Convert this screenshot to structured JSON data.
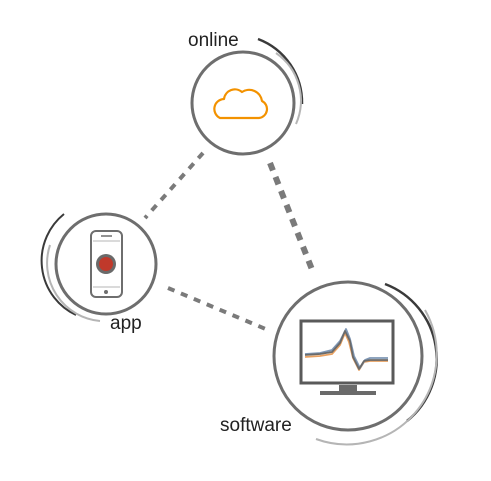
{
  "nodes": {
    "online": {
      "label": "online",
      "icon": "cloud-icon"
    },
    "app": {
      "label": "app",
      "icon": "smartphone-icon"
    },
    "software": {
      "label": "software",
      "icon": "monitor-waveform-icon"
    }
  },
  "connections": [
    {
      "from": "online",
      "to": "app",
      "style": "dashed"
    },
    {
      "from": "online",
      "to": "software",
      "style": "dashed"
    },
    {
      "from": "app",
      "to": "software",
      "style": "dashed"
    }
  ],
  "colors": {
    "circle_stroke": "#6e6e6e",
    "arc_dark": "#3a3a3a",
    "arc_light": "#b5b5b5",
    "connector": "#7a7a7a",
    "cloud": "#f39200",
    "record_button": "#c0392b",
    "waveform_orange": "#e8a060",
    "waveform_blue": "#7f97b5",
    "waveform_gray": "#6a6a6a"
  }
}
